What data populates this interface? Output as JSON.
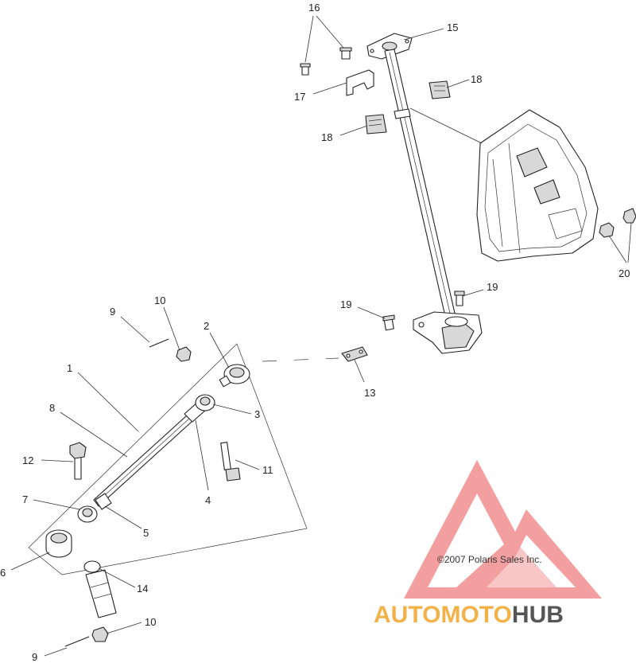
{
  "callouts": [
    {
      "id": "c16",
      "text": "16"
    },
    {
      "id": "c15",
      "text": "15"
    },
    {
      "id": "c18a",
      "text": "18"
    },
    {
      "id": "c17",
      "text": "17"
    },
    {
      "id": "c18b",
      "text": "18"
    },
    {
      "id": "c20",
      "text": "20"
    },
    {
      "id": "c19a",
      "text": "19"
    },
    {
      "id": "c19b",
      "text": "19"
    },
    {
      "id": "c9a",
      "text": "9"
    },
    {
      "id": "c10a",
      "text": "10"
    },
    {
      "id": "c2",
      "text": "2"
    },
    {
      "id": "c1",
      "text": "1"
    },
    {
      "id": "c13",
      "text": "13"
    },
    {
      "id": "c3",
      "text": "3"
    },
    {
      "id": "c8",
      "text": "8"
    },
    {
      "id": "c12",
      "text": "12"
    },
    {
      "id": "c11",
      "text": "11"
    },
    {
      "id": "c4",
      "text": "4"
    },
    {
      "id": "c7",
      "text": "7"
    },
    {
      "id": "c5",
      "text": "5"
    },
    {
      "id": "c6",
      "text": "6"
    },
    {
      "id": "c14",
      "text": "14"
    },
    {
      "id": "c10b",
      "text": "10"
    },
    {
      "id": "c9b",
      "text": "9"
    }
  ],
  "copyright": "©2007 Polaris Sales Inc.",
  "watermark": {
    "part1": "AUTOMOTO",
    "part2": "HUB",
    "color_primary": "#f2b24a",
    "color_secondary": "#555555",
    "logo_color": "#f08080"
  }
}
